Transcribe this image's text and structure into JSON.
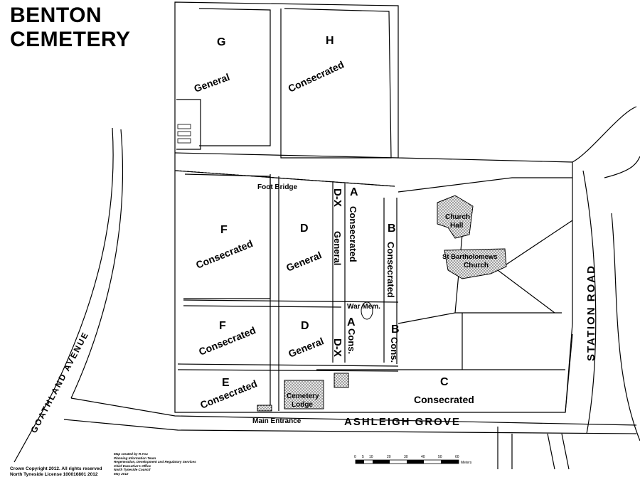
{
  "title": {
    "line1": "BENTON",
    "line2": "CEMETERY"
  },
  "sections": {
    "g_letter": "G",
    "g_type": "General",
    "h_letter": "H",
    "h_type": "Consecrated",
    "f1_letter": "F",
    "f1_type": "Consecrated",
    "d1_letter": "D",
    "d1_type": "General",
    "dx1_letter": "D-X",
    "dx1_type": "General",
    "a1_letter": "A",
    "a1_type": "Consecrated",
    "b1_letter": "B",
    "b1_type": "Consecrated",
    "f2_letter": "F",
    "f2_type": "Consecrated",
    "d2_letter": "D",
    "d2_type": "General",
    "dx2_letter": "D-X",
    "a2_letter": "A",
    "a2_type": "Cons.",
    "b2_letter": "B",
    "b2_type": "Cons.",
    "e_letter": "E",
    "e_type": "Consecrated",
    "c_letter": "C",
    "c_type": "Consecrated"
  },
  "features": {
    "foot_bridge": "Foot Bridge",
    "war_memorial": "War Mem.",
    "church_hall_1": "Church",
    "church_hall_2": "Hall",
    "church_1": "St Bartholomews",
    "church_2": "Church",
    "lodge_1": "Cemetery",
    "lodge_2": "Lodge",
    "main_entrance": "Main Entrance"
  },
  "roads": {
    "ashleigh": "ASHLEIGH GROVE",
    "station": "STATION ROAD",
    "goathland": "GOATHLAND AVENUE"
  },
  "scale_bar": {
    "ticks": [
      "0",
      "5",
      "10",
      "20",
      "30",
      "40",
      "50",
      "60"
    ],
    "unit": "Meters"
  },
  "copyright": {
    "line1": "Crown Copyright  2012.  All rights reserved",
    "line2": "North Tyneside License 100016801 2012"
  },
  "credit": {
    "line1": "Map created by R.You",
    "line2": "Planning Information Team",
    "line3": "Regeneration, Development and Regulatory Services",
    "line4": "Chief Executive's Office",
    "line5": "North Tyneside Council",
    "line6": "May 2012"
  }
}
